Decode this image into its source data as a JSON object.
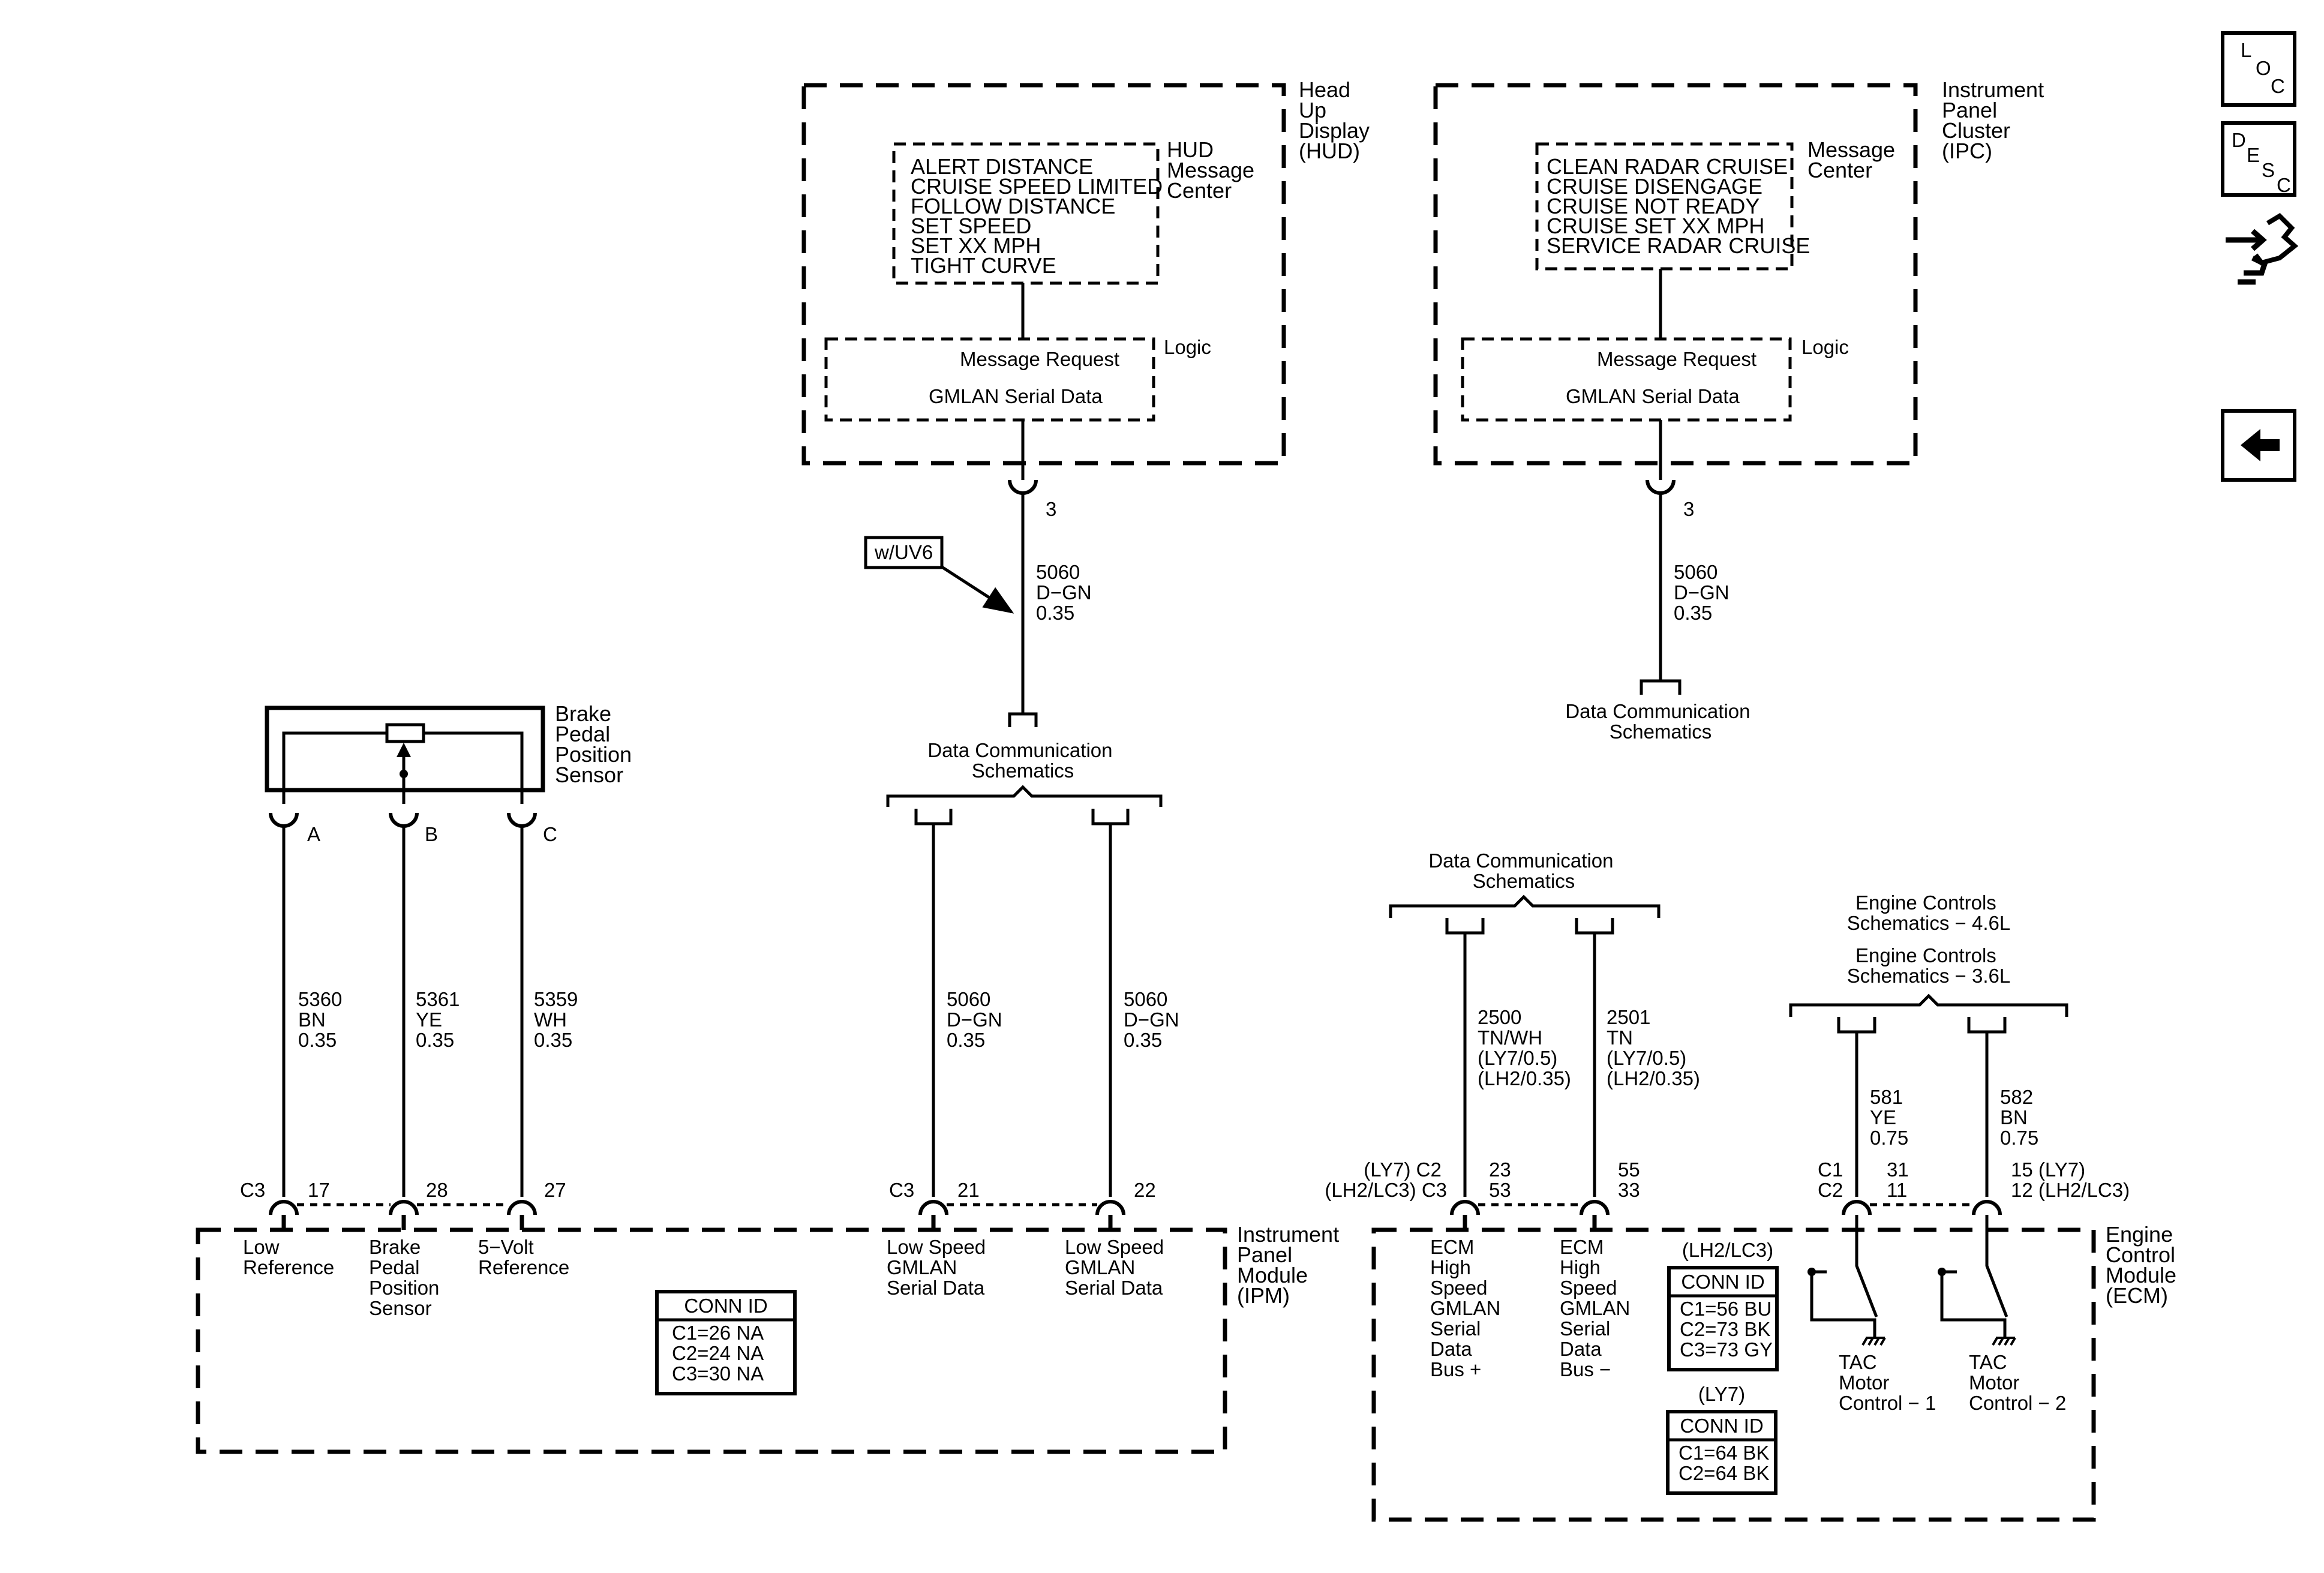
{
  "hud": {
    "module": [
      "Head",
      "Up",
      "Display",
      "(HUD)"
    ],
    "center_label": [
      "HUD",
      "Message",
      "Center"
    ],
    "messages": [
      "ALERT DISTANCE",
      "CRUISE SPEED LIMITED",
      "FOLLOW DISTANCE",
      "SET SPEED",
      "SET XX MPH",
      "TIGHT CURVE"
    ],
    "logic_label": "Logic",
    "msg_request": "Message Request",
    "gmlan": "GMLAN Serial Data",
    "pin": "3",
    "option_tag": "w/UV6",
    "wire": [
      "5060",
      "D−GN",
      "0.35"
    ],
    "dcs": [
      "Data Communication",
      "Schematics"
    ]
  },
  "ipc": {
    "module": [
      "Instrument",
      "Panel",
      "Cluster",
      "(IPC)"
    ],
    "center_label": [
      "Message",
      "Center"
    ],
    "messages": [
      "CLEAN RADAR CRUISE",
      "CRUISE DISENGAGE",
      "CRUISE NOT READY",
      "CRUISE SET XX MPH",
      "SERVICE RADAR CRUISE"
    ],
    "logic_label": "Logic",
    "msg_request": "Message Request",
    "gmlan": "GMLAN Serial Data",
    "pin": "3",
    "wire": [
      "5060",
      "D−GN",
      "0.35"
    ],
    "dcs": [
      "Data Communication",
      "Schematics"
    ]
  },
  "sensor": {
    "name": [
      "Brake",
      "Pedal",
      "Position",
      "Sensor"
    ],
    "pins": [
      "A",
      "B",
      "C"
    ],
    "wires": [
      [
        "5360",
        "BN",
        "0.35"
      ],
      [
        "5361",
        "YE",
        "0.35"
      ],
      [
        "5359",
        "WH",
        "0.35"
      ]
    ]
  },
  "ipm_dcs": {
    "title": [
      "Data Communication",
      "Schematics"
    ],
    "wires": [
      [
        "5060",
        "D−GN",
        "0.35"
      ],
      [
        "5060",
        "D−GN",
        "0.35"
      ]
    ]
  },
  "ipm": {
    "module": [
      "Instrument",
      "Panel",
      "Module",
      "(IPM)"
    ],
    "conn_left": "C3",
    "pins_left": [
      "17",
      "28",
      "27"
    ],
    "conn_right": "C3",
    "pins_right": [
      "21",
      "22"
    ],
    "labels": [
      [
        "Low",
        "Reference"
      ],
      [
        "Brake",
        "Pedal",
        "Position",
        "Sensor"
      ],
      [
        "5−Volt",
        "Reference"
      ],
      [
        "Low Speed",
        "GMLAN",
        "Serial Data"
      ],
      [
        "Low Speed",
        "GMLAN",
        "Serial Data"
      ]
    ],
    "conn_id": {
      "title": "CONN ID",
      "rows": [
        "C1=26 NA",
        "C2=24 NA",
        "C3=30 NA"
      ]
    }
  },
  "ecm_dcs": {
    "title": [
      "Data Communication",
      "Schematics"
    ],
    "wires": [
      [
        "2500",
        "TN/WH",
        "(LY7/0.5)",
        "(LH2/0.35)"
      ],
      [
        "2501",
        "TN",
        "(LY7/0.5)",
        "(LH2/0.35)"
      ]
    ]
  },
  "engine": {
    "title_46": [
      "Engine Controls",
      "Schematics − 4.6L"
    ],
    "title_36": [
      "Engine Controls",
      "Schematics − 3.6L"
    ],
    "wires": [
      [
        "581",
        "YE",
        "0.75"
      ],
      [
        "582",
        "BN",
        "0.75"
      ]
    ]
  },
  "ecm": {
    "module": [
      "Engine",
      "Control",
      "Module",
      "(ECM)"
    ],
    "conn_left": [
      "(LY7) C2",
      "(LH2/LC3) C3"
    ],
    "pins_left": [
      [
        "23",
        "53"
      ],
      [
        "55",
        "33"
      ]
    ],
    "conn_right": [
      "C1",
      "C2"
    ],
    "pins_right": [
      [
        "31",
        "11"
      ],
      [
        "15 (LY7)",
        "12 (LH2/LC3)"
      ]
    ],
    "labels": [
      [
        "ECM",
        "High",
        "Speed",
        "GMLAN",
        "Serial",
        "Data",
        "Bus +"
      ],
      [
        "ECM",
        "High",
        "Speed",
        "GMLAN",
        "Serial",
        "Data",
        "Bus −"
      ],
      [
        "TAC",
        "Motor",
        "Control − 1"
      ],
      [
        "TAC",
        "Motor",
        "Control − 2"
      ]
    ],
    "conn_id_a": {
      "caption": "(LH2/LC3)",
      "title": "CONN ID",
      "rows": [
        "C1=56 BU",
        "C2=73 BK",
        "C3=73 GY"
      ]
    },
    "conn_id_b": {
      "caption": "(LY7)",
      "title": "CONN ID",
      "rows": [
        "C1=64 BK",
        "C2=64 BK"
      ]
    }
  },
  "nav": {
    "loc": [
      "L",
      "O",
      "C"
    ],
    "desc": [
      "D",
      "E",
      "S",
      "C"
    ]
  }
}
